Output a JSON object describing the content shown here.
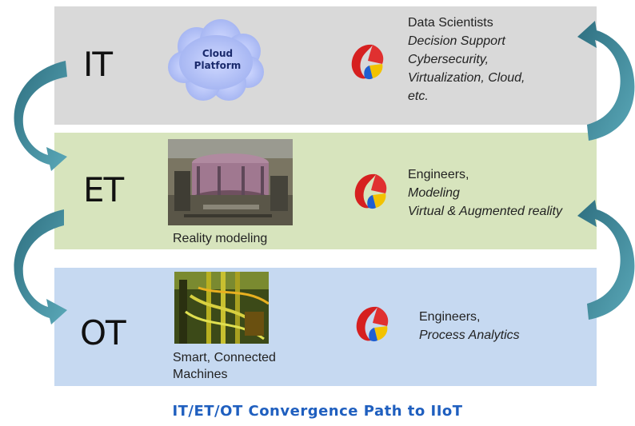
{
  "title": "IT/ET/OT Convergence Path to IIoT",
  "colors": {
    "it_band": "#d9d9d9",
    "et_band": "#d7e4bd",
    "ot_band": "#c6d9f1",
    "arrow": "#3a8a9a",
    "title": "#1f5fbf"
  },
  "rows": {
    "it": {
      "label": "IT",
      "cloud": {
        "line1": "Cloud",
        "line2": "Platform"
      },
      "lines": [
        "Data Scientists",
        "Decision Support",
        "Cybersecurity,",
        "Virtualization, Cloud,",
        "etc."
      ]
    },
    "et": {
      "label": "ET",
      "caption": "Reality modeling",
      "lines": [
        "Engineers,",
        "Modeling",
        "Virtual & Augmented reality"
      ]
    },
    "ot": {
      "label": "OT",
      "caption_line1": "Smart, Connected",
      "caption_line2": "Machines",
      "lines": [
        "Engineers,",
        "Process Analytics"
      ]
    }
  }
}
